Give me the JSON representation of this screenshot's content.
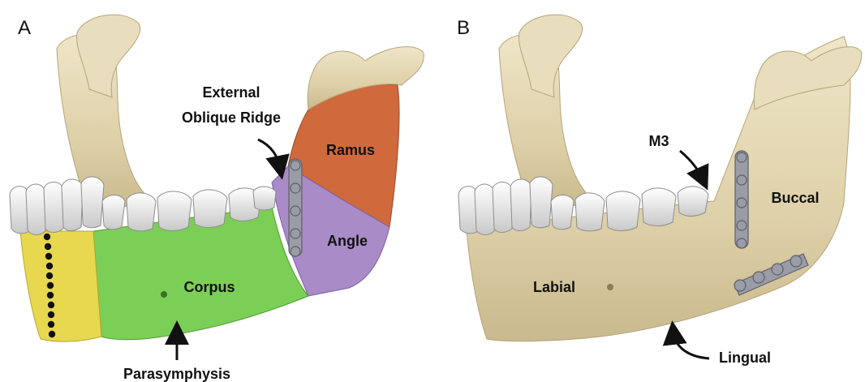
{
  "panels": [
    {
      "letter": "A",
      "labels": {
        "external_oblique_ridge_line1": "External",
        "external_oblique_ridge_line2": "Oblique Ridge",
        "ramus": "Ramus",
        "angle": "Angle",
        "corpus": "Corpus",
        "parasymphysis": "Parasymphysis"
      },
      "region_colors": {
        "symphysis": "#e8d84f",
        "corpus": "#7ccf56",
        "angle": "#a98bc7",
        "ramus": "#d0693c",
        "bone": "#e3d6b2",
        "plate": "#9a9ca6"
      }
    },
    {
      "letter": "B",
      "labels": {
        "m3": "M3",
        "buccal": "Buccal",
        "labial": "Labial",
        "lingual": "Lingual"
      }
    }
  ]
}
